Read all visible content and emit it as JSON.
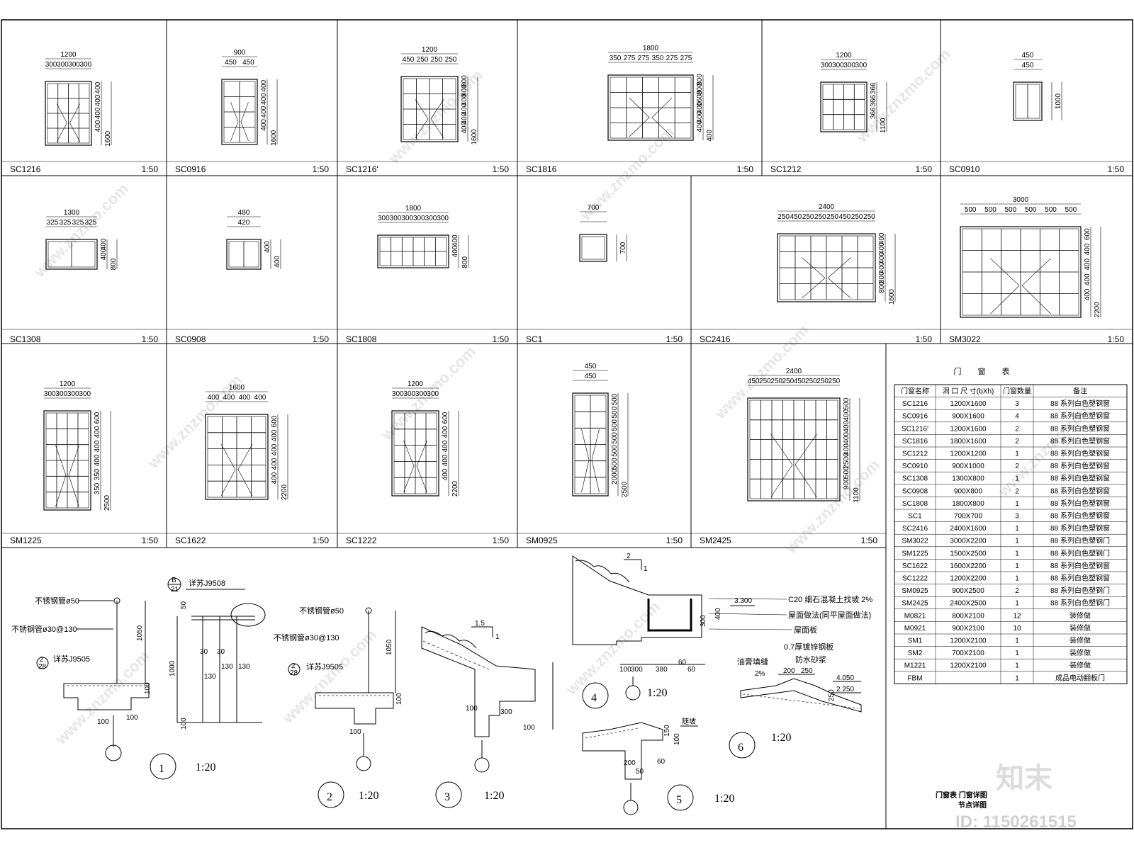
{
  "watermark": {
    "site": "www.znzmo.com",
    "logo": "知末",
    "id_label": "ID: 1150261515"
  },
  "colors": {
    "line": "#000000",
    "hatch": "#555555",
    "watermark": "#d9d9d9"
  },
  "drawings": [
    {
      "name": "SC1216",
      "scale": "1:50",
      "top_dims": [
        "1200",
        "300",
        "300",
        "300",
        "300"
      ],
      "side_dims": [
        "400",
        "400",
        "400",
        "400",
        "1600"
      ],
      "cols": 4,
      "rows": 4
    },
    {
      "name": "SC0916",
      "scale": "1:50",
      "top_dims": [
        "900",
        "450",
        "450"
      ],
      "side_dims": [
        "400",
        "400",
        "400",
        "400",
        "1600"
      ],
      "cols": 2,
      "rows": 4
    },
    {
      "name": "SC1216'",
      "scale": "1:50",
      "top_dims": [
        "1200",
        "450",
        "250",
        "250",
        "250"
      ],
      "side_dims": [
        "800",
        "800",
        "400",
        "400",
        "400",
        "400",
        "1600"
      ],
      "cols": 4,
      "rows": 4
    },
    {
      "name": "SC1816",
      "scale": "1:50",
      "top_dims": [
        "1800",
        "350",
        "275",
        "275",
        "350",
        "275",
        "275"
      ],
      "side_dims": [
        "800",
        "800",
        "1600",
        "400",
        "400",
        "400",
        "400"
      ],
      "cols": 5,
      "rows": 4
    },
    {
      "name": "SC1212",
      "scale": "1:50",
      "top_dims": [
        "1200",
        "300",
        "300",
        "300",
        "300"
      ],
      "side_dims": [
        "366",
        "366",
        "366",
        "1100"
      ],
      "cols": 4,
      "rows": 3
    },
    {
      "name": "SC0910",
      "scale": "1:50",
      "top_dims": [
        "450",
        "450"
      ],
      "side_dims": [
        "1000"
      ],
      "cols": 2,
      "rows": 1
    },
    {
      "name": "SC1308",
      "scale": "1:50",
      "top_dims": [
        "1300",
        "325",
        "325",
        "325",
        "325"
      ],
      "side_dims": [
        "400",
        "400",
        "800"
      ],
      "cols": 2,
      "rows": 1
    },
    {
      "name": "SC0908",
      "scale": "1:50",
      "top_dims": [
        "480",
        "420"
      ],
      "side_dims": [
        "400",
        "400"
      ],
      "cols": 2,
      "rows": 1
    },
    {
      "name": "SC1808",
      "scale": "1:50",
      "top_dims": [
        "1800",
        "300",
        "300",
        "300",
        "300",
        "300",
        "300"
      ],
      "side_dims": [
        "400",
        "400",
        "800"
      ],
      "cols": 6,
      "rows": 2
    },
    {
      "name": "SC1",
      "scale": "1:50",
      "top_dims": [
        "700"
      ],
      "side_dims": [
        "700"
      ],
      "cols": 1,
      "rows": 1
    },
    {
      "name": "SC2416",
      "scale": "1:50",
      "top_dims": [
        "2400",
        "250",
        "450",
        "250",
        "250",
        "250",
        "450",
        "250",
        "250"
      ],
      "side_dims": [
        "400",
        "400",
        "400",
        "400",
        "800",
        "800",
        "1600"
      ],
      "cols": 6,
      "rows": 4
    },
    {
      "name": "SM3022",
      "scale": "1:50",
      "top_dims": [
        "3000",
        "500",
        "500",
        "500",
        "500",
        "500",
        "500"
      ],
      "side_dims": [
        "600",
        "400",
        "400",
        "400",
        "400",
        "2200"
      ],
      "cols": 6,
      "rows": 4
    },
    {
      "name": "SM1225",
      "scale": "1:50",
      "top_dims": [
        "1200",
        "300",
        "300",
        "300",
        "300"
      ],
      "side_dims": [
        "600",
        "400",
        "400",
        "400",
        "350",
        "350",
        "2500"
      ],
      "cols": 4,
      "rows": 6
    },
    {
      "name": "SC1622",
      "scale": "1:50",
      "top_dims": [
        "1600",
        "400",
        "400",
        "400",
        "400"
      ],
      "side_dims": [
        "600",
        "400",
        "400",
        "400",
        "400",
        "2200"
      ],
      "cols": 4,
      "rows": 5
    },
    {
      "name": "SC1222",
      "scale": "1:50",
      "top_dims": [
        "1200",
        "300",
        "300",
        "300",
        "300"
      ],
      "side_dims": [
        "600",
        "400",
        "400",
        "400",
        "400",
        "2200"
      ],
      "cols": 4,
      "rows": 5
    },
    {
      "name": "SM0925",
      "scale": "1:50",
      "top_dims": [
        "450",
        "450"
      ],
      "side_dims": [
        "500",
        "500",
        "500",
        "500",
        "500",
        "500",
        "2000",
        "2500"
      ],
      "cols": 2,
      "rows": 6
    },
    {
      "name": "SM2425",
      "scale": "1:50",
      "top_dims": [
        "2400",
        "450",
        "250",
        "250",
        "250",
        "450",
        "250",
        "250",
        "250"
      ],
      "side_dims": [
        "500",
        "400",
        "400",
        "400",
        "400",
        "2500",
        "500",
        "900",
        "1100"
      ],
      "cols": 8,
      "rows": 5
    }
  ],
  "schedule": {
    "title": "门 窗 表",
    "headers": [
      "门窗名称",
      "洞 口 尺 寸(bXh)",
      "门窗数量",
      "备注"
    ],
    "rows": [
      [
        "SC1216",
        "1200X1600",
        "3",
        "88 系列白色塑钢窗"
      ],
      [
        "SC0916",
        "900X1600",
        "4",
        "88 系列白色塑钢窗"
      ],
      [
        "SC1216'",
        "1200X1600",
        "2",
        "88 系列白色塑钢窗"
      ],
      [
        "SC1816",
        "1800X1600",
        "2",
        "88 系列白色塑钢窗"
      ],
      [
        "SC1212",
        "1200X1200",
        "1",
        "88 系列白色塑钢窗"
      ],
      [
        "SC0910",
        "900X1000",
        "2",
        "88 系列白色塑钢窗"
      ],
      [
        "SC1308",
        "1300X800",
        "1",
        "88 系列白色塑钢窗"
      ],
      [
        "SC0908",
        "900X800",
        "2",
        "88 系列白色塑钢窗"
      ],
      [
        "SC1808",
        "1800X800",
        "1",
        "88 系列白色塑钢窗"
      ],
      [
        "SC1",
        "700X700",
        "3",
        "88 系列白色塑钢窗"
      ],
      [
        "SC2416",
        "2400X1600",
        "1",
        "88 系列白色塑钢窗"
      ],
      [
        "SM3022",
        "3000X2200",
        "1",
        "88 系列白色塑钢门"
      ],
      [
        "SM1225",
        "1500X2500",
        "1",
        "88 系列白色塑钢门"
      ],
      [
        "SC1622",
        "1600X2200",
        "1",
        "88 系列白色塑钢窗"
      ],
      [
        "SC1222",
        "1200X2200",
        "1",
        "88 系列白色塑钢窗"
      ],
      [
        "SM0925",
        "900X2500",
        "2",
        "88 系列白色塑钢门"
      ],
      [
        "SM2425",
        "2400X2500",
        "1",
        "88 系列白色塑钢门"
      ],
      [
        "M0821",
        "800X2100",
        "12",
        "装修做"
      ],
      [
        "M0921",
        "900X2100",
        "10",
        "装修做"
      ],
      [
        "SM1",
        "1200X2100",
        "1",
        "装修做"
      ],
      [
        "SM2",
        "700X2100",
        "1",
        "装修做"
      ],
      [
        "M1221",
        "1200X2100",
        "1",
        "装修做"
      ],
      [
        "FBM",
        "",
        "1",
        "成品电动翻板门"
      ]
    ]
  },
  "details": {
    "d1": {
      "num": "1",
      "scale": "1:20",
      "labels": [
        "不锈钢管ø50",
        "不锈钢管ø30@130",
        "详苏J9505",
        "1050",
        "100",
        "100",
        "100"
      ],
      "sub_top": "2",
      "sub_bottom": "28",
      "ref_b": "B",
      "ref_b_sub": "21",
      "ref_text": "详苏J9508",
      "rail_dims": [
        "50",
        "1000",
        "100",
        "30",
        "30",
        "130",
        "130",
        "130"
      ]
    },
    "d2": {
      "num": "2",
      "scale": "1:20",
      "labels": [
        "不锈钢管ø50",
        "不锈钢管ø30@130",
        "详苏J9505",
        "1050",
        "100",
        "100"
      ],
      "sub_top": "2",
      "sub_bottom": "28"
    },
    "d3": {
      "num": "3",
      "scale": "1:20",
      "labels": [
        "1.5",
        "1",
        "100",
        "300",
        "100"
      ]
    },
    "d4": {
      "num": "4",
      "scale": "1:20",
      "labels": [
        "2",
        "1",
        "3.300",
        "300",
        "400",
        "100",
        "300",
        "380",
        "60",
        "60"
      ],
      "notes": [
        "C20 细石混凝土找坡 2%",
        "屋面做法(同平屋面做法)",
        "屋面板",
        "0.7厚镀锌钢板",
        "防水砂浆",
        "油膏填缝"
      ]
    },
    "d5": {
      "num": "5",
      "scale": "1:20",
      "labels": [
        "随坡",
        "150",
        "100",
        "200",
        "60",
        "50"
      ]
    },
    "d6": {
      "num": "6",
      "scale": "1:20",
      "labels": [
        "2%",
        "200",
        "250",
        "4.050",
        "2.250",
        "250"
      ]
    }
  },
  "title_block": {
    "line1": "门窗表 门窗详图",
    "line2": "节点详图"
  }
}
